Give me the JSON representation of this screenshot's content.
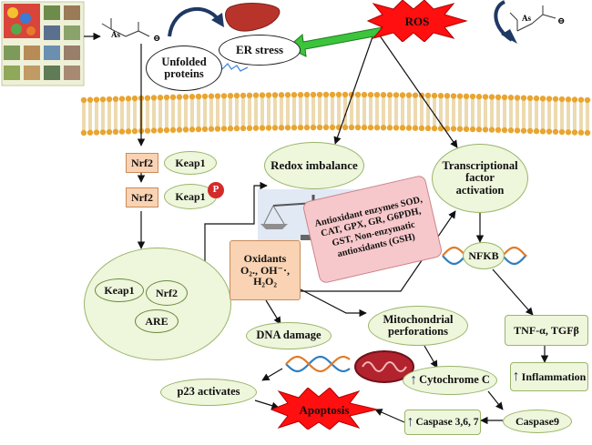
{
  "colors": {
    "membrane_head": "#e8a531",
    "membrane_tail": "#c9951e",
    "ros_red": "#ff0f0f",
    "node_green": "#eef6dc",
    "node_orange": "#f9d3b3",
    "antioxidant_pink": "#f7c8cb",
    "arrow_green": "#3cc43c",
    "arrow_navy": "#1f3864",
    "dna_blue": "#2f7ec0",
    "dna_orange": "#e07b2a",
    "mito_red": "#b2232e"
  },
  "icons": [
    "arsenic-source-collage-icon",
    "arsenic-molecule-icon",
    "liver-icon",
    "balance-scale-icon",
    "dna-helix-icon",
    "mitochondrion-icon",
    "phospho-p-badge-icon"
  ],
  "diagram": {
    "ros": "ROS",
    "er_stress": "ER stress",
    "unfolded_proteins": "Unfolded proteins",
    "nrf2_label": "Nrf2",
    "keap1_label": "Keap1",
    "phospho_badge": "P",
    "are_label": "ARE",
    "redox_imbalance": "Redox imbalance",
    "antioxidants_text": "Antioxidant enzymes SOD, CAT, GPX, GR, G6PDH, GST, Non-enzymatic antioxidants (GSH)",
    "oxidants_title": "Oxidants",
    "oxidants_line2": "O₂., OH⁻·,",
    "oxidants_line3": "H₂O₂",
    "dna_damage": "DNA damage",
    "mitochondrial_perforations": "Mitochondrial perforations",
    "transcriptional_activation": "Transcriptional factor activation",
    "nfkb": "NFKB",
    "tnf_tgf": "TNF-α, TGFβ",
    "inflammation": "Inflammation",
    "cytochrome_c": "Cytochrome C",
    "caspase9": "Caspase9",
    "caspase_367": "Caspase 3,6, 7",
    "p23": "p23 activates",
    "apoptosis": "Apoptosis",
    "arsenic_symbol": "As",
    "charge_minus": "⊖"
  }
}
